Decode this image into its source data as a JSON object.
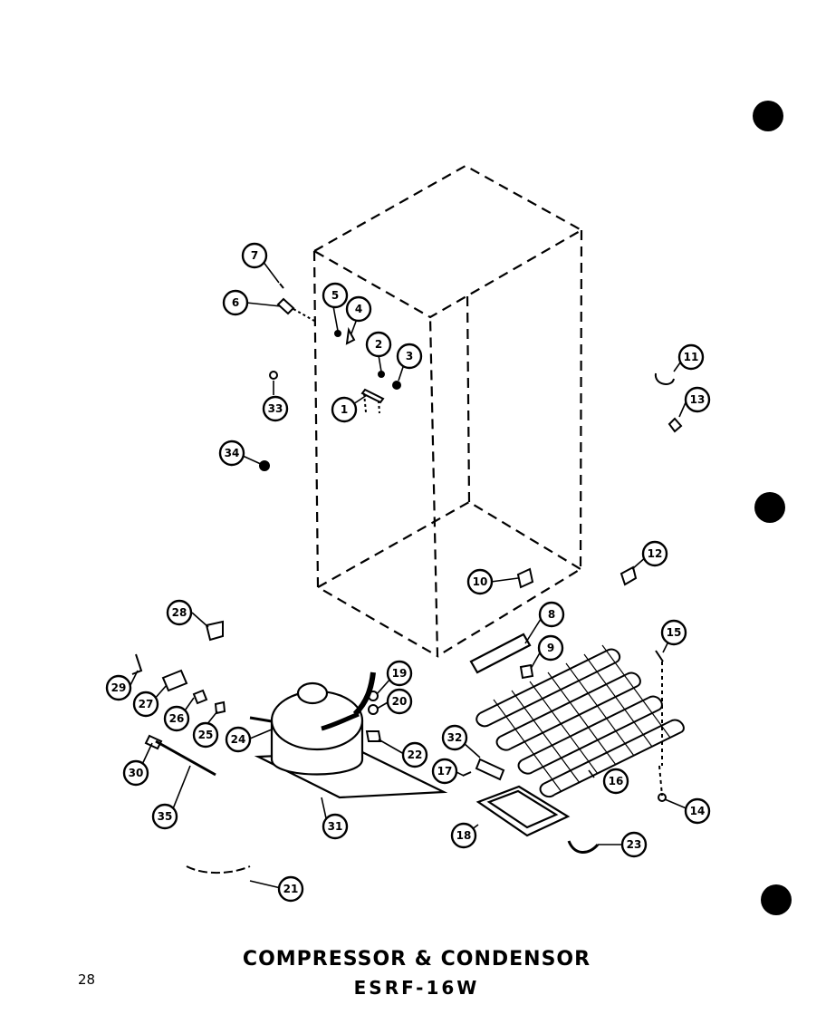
{
  "title": "COMPRESSOR & CONDENSOR",
  "model": "ESRF-16W",
  "page_number": "28",
  "callouts": [
    "1",
    "2",
    "3",
    "4",
    "5",
    "6",
    "7",
    "8",
    "9",
    "10",
    "11",
    "12",
    "13",
    "14",
    "15",
    "16",
    "17",
    "18",
    "19",
    "20",
    "21",
    "22",
    "23",
    "24",
    "25",
    "26",
    "27",
    "28",
    "29",
    "30",
    "31",
    "32",
    "33",
    "34",
    "35"
  ],
  "colors": {
    "ink": "#000000",
    "paper": "#ffffff"
  }
}
